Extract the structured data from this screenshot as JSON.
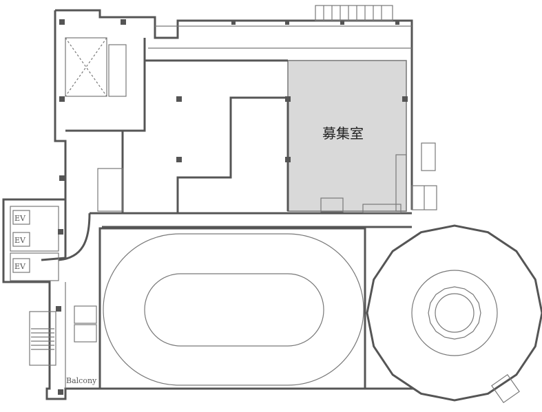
{
  "plan": {
    "highlighted_room": {
      "label": "募集室",
      "color": "#d9d9d9"
    },
    "elevators": [
      {
        "label": "EV"
      },
      {
        "label": "EV"
      },
      {
        "label": "EV"
      }
    ],
    "balcony_label": "Balcony",
    "wall_color": "#555555"
  }
}
